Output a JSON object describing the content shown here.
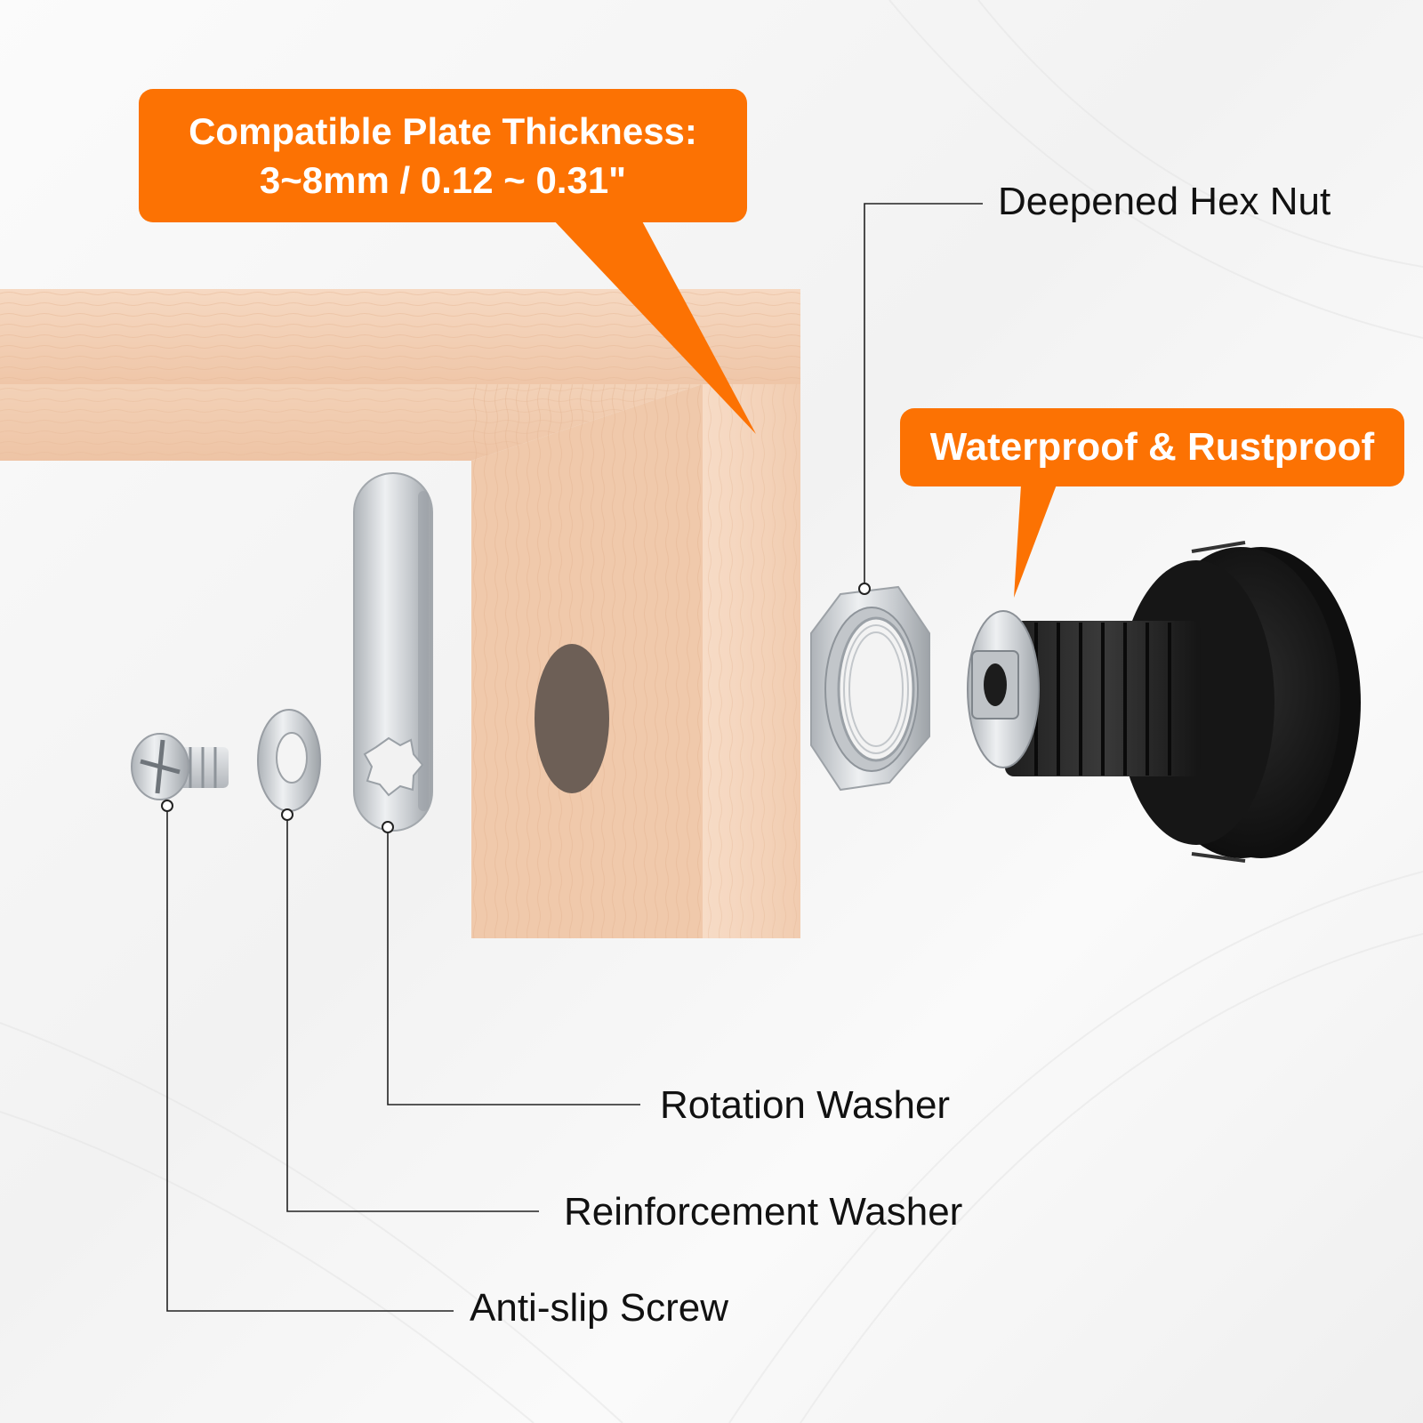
{
  "callouts": {
    "thickness_line1": "Compatible Plate Thickness:",
    "thickness_line2": "3~8mm / 0.12 ~ 0.31\"",
    "waterproof": "Waterproof & Rustproof"
  },
  "labels": {
    "hex_nut": "Deepened Hex Nut",
    "rotation_washer": "Rotation Washer",
    "reinforcement_washer": "Reinforcement Washer",
    "screw": "Anti-slip Screw"
  },
  "colors": {
    "accent": "#fc7203",
    "wood": "#f2cdb0",
    "metal": "#c9cdd1",
    "knob": "#1b1b1b"
  }
}
